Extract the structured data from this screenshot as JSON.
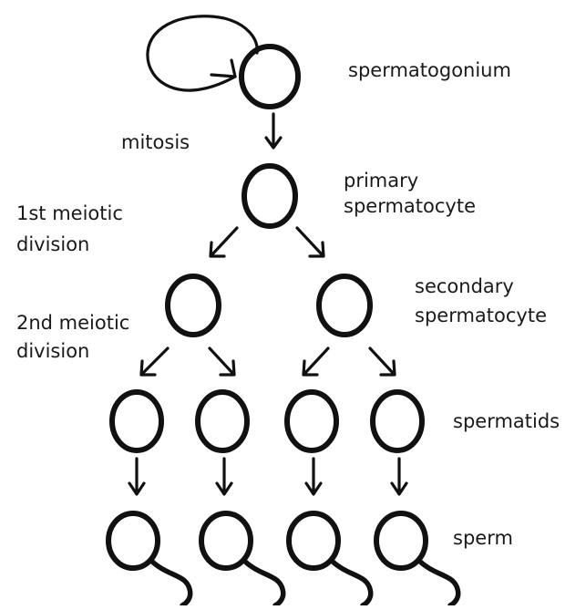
{
  "labels": {
    "spermatogonium": "spermatogonium",
    "mitosis": "mitosis",
    "primary_line1": "primary",
    "primary_line2": "spermatocyte",
    "meiosis1_line1": "1st meiotic",
    "meiosis1_line2": "division",
    "secondary_line1": "secondary",
    "secondary_line2": "spermatocyte",
    "meiosis2_line1": "2nd meiotic",
    "meiosis2_line2": "division",
    "spermatids": "spermatids",
    "sperm": "sperm"
  }
}
